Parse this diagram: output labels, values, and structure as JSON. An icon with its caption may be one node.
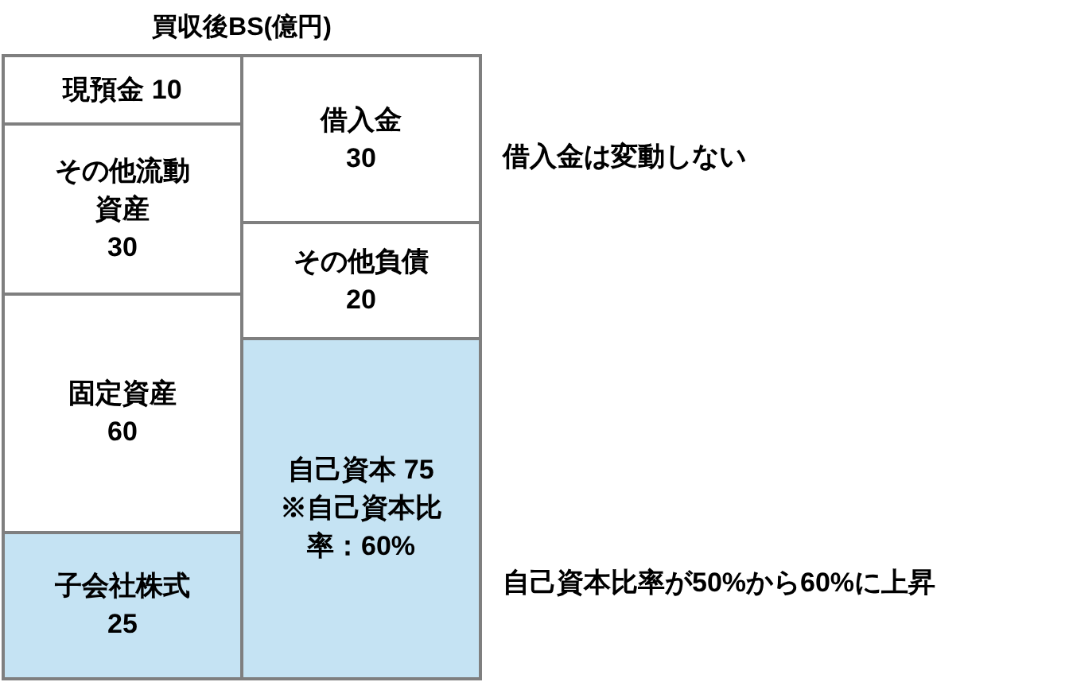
{
  "diagram": {
    "title": "買収後BS(億円)",
    "nodes": [
      {
        "text": [
          "現預金 10"
        ]
      },
      {
        "text": [
          "その他流動資産",
          "30"
        ]
      },
      {
        "text": [
          "固定資産",
          "60"
        ]
      },
      {
        "text": [
          "子会社株式",
          "25"
        ]
      },
      {
        "text": [
          "借入金",
          "30"
        ]
      },
      {
        "text": [
          "その他負債",
          "20"
        ]
      },
      {
        "text": [
          "自己資本 75",
          "※自己資本比率：60%"
        ]
      }
    ],
    "labels": [
      "借入金は変動しない",
      "自己資本比率が50%から60%に上昇"
    ]
  }
}
